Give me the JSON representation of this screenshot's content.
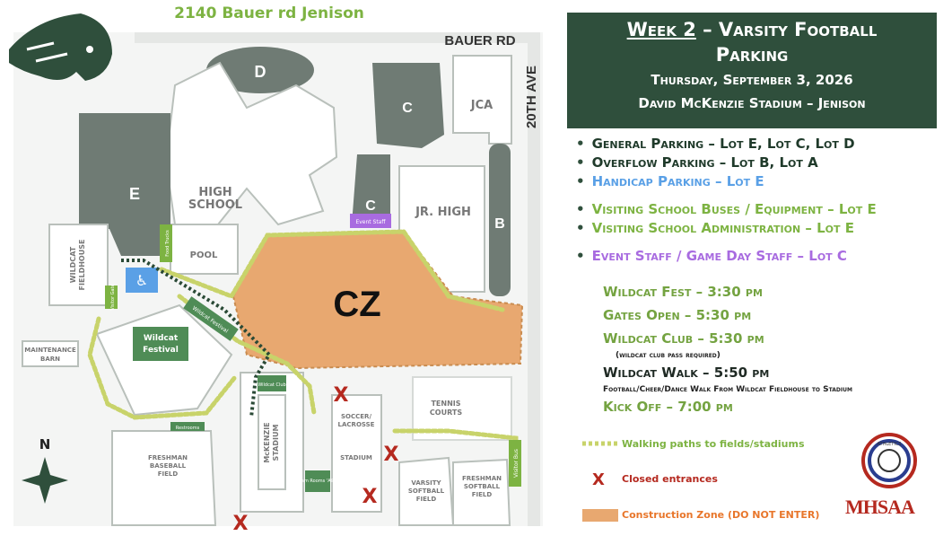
{
  "map": {
    "address": "2140 Bauer rd Jenison",
    "street_bauer": "BAUER RD",
    "street_20th": "20TH AVE",
    "lots": {
      "d": "D",
      "c_top": "C",
      "c_bottom": "C",
      "e": "E",
      "b": "B"
    },
    "buildings": {
      "high_school": [
        "HIGH",
        "SCHOOL"
      ],
      "pool": "POOL",
      "jr_high": "JR. HIGH",
      "jca": "JCA",
      "fieldhouse": [
        "WILDCAT",
        "FIELDHOUSE"
      ],
      "maintenance": [
        "MAINTENANCE",
        "BARN"
      ],
      "tennis": [
        "TENNIS",
        "COURTS"
      ],
      "soccer": [
        "SOCCER/",
        "LACROSSE"
      ],
      "stadium": "STADIUM",
      "mckenzie": [
        "McKENZIE",
        "STADIUM"
      ],
      "freshman_baseball": [
        "FRESHMAN",
        "BASEBALL",
        "FIELD"
      ],
      "varsity_softball": [
        "VARSITY",
        "SOFTBALL",
        "FIELD"
      ],
      "freshman_softball": [
        "FRESHMAN",
        "SOFTBALL",
        "FIELD"
      ]
    },
    "tags": {
      "event_staff": "Event Staff",
      "food_trucks": "Food Trucks",
      "visitor_gate": "Visitor Gate",
      "wildcat_festival_path": "Wildcat Festival",
      "wildcat_club": "Wildcat Club",
      "restrooms": "Restrooms",
      "team_rooms": "Team Rooms 'A&B'",
      "visitor_bus": "Visitor Bus"
    },
    "festival": [
      "Wildcat",
      "Festival"
    ],
    "cz": "CZ",
    "closed_mark": "X",
    "compass_n": "N"
  },
  "header": {
    "week": "Week 2",
    "title_rest": " – Varsity Football",
    "title2": "Parking",
    "date": "Thursday, September 3, 2026",
    "venue": "David McKenzie Stadium – Jenison"
  },
  "parking": [
    {
      "text": "General Parking – Lot E, Lot C, Lot D",
      "color": "#1f3a2a"
    },
    {
      "text": "Overflow Parking – Lot B, Lot A",
      "color": "#1f3a2a"
    },
    {
      "text": "Handicap Parking – Lot E",
      "color": "#5aa0e6"
    },
    {
      "text": "Visiting School Buses / Equipment – Lot E",
      "color": "#7db342"
    },
    {
      "text": "Visiting School Administration – Lot E",
      "color": "#7db342"
    },
    {
      "text": "Event Staff / Game Day Staff – Lot C",
      "color": "#a86be0"
    }
  ],
  "schedule": {
    "fest": "Wildcat Fest – 3:30 pm",
    "gates": "Gates Open – 5:30 pm",
    "club": "Wildcat Club – 5:30 pm",
    "club_note": "(wildcat club pass required)",
    "walk": "Wildcat Walk – 5:50 pm",
    "walk_note": "Football/Cheer/Dance Walk From Wildcat Fieldhouse to Stadium",
    "kickoff": "Kick Off – 7:00 pm"
  },
  "legend": {
    "walking": "Walking paths to fields/stadiums",
    "closed": "Closed entrances",
    "cz": "Construction Zone (DO NOT ENTER)"
  },
  "logos": {
    "mhsaa": "MHSAA",
    "seal": "ATHLETICS"
  },
  "colors": {
    "lot": "#6f7b74",
    "brand_green": "#2f4f3c",
    "light_green": "#7db342",
    "cz": "#e8a870",
    "closed": "#b5291f",
    "path": "#c8d36a"
  }
}
